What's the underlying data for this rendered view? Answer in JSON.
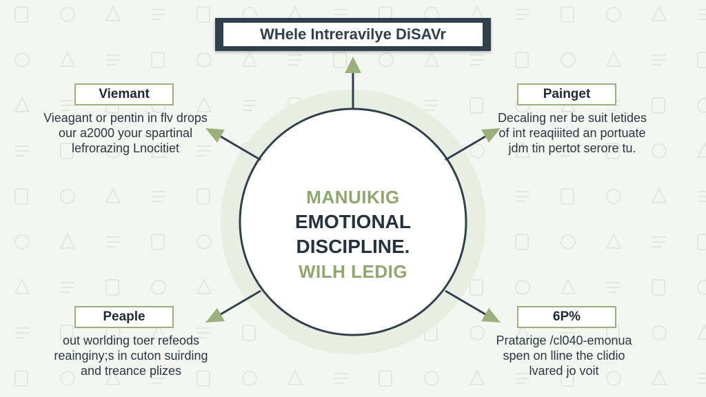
{
  "title": "WHele Intreravilye DiSAVr",
  "center": {
    "line1": "MANUIKIG",
    "line2": "EMOTIONAL",
    "line3": "DISCIPLINE.",
    "line4": "WILH LEDIG"
  },
  "nodes": [
    {
      "label": "Viemant",
      "lines": [
        "Vieagant or pentin in flv drops",
        "our a2000 your spartinal",
        "lefrorazing Lnocitiet"
      ]
    },
    {
      "label": "Painget",
      "lines": [
        "Decaling ner be suit letides",
        "of int reaqiiited an portuate",
        "jdm tin pertot serore tu."
      ]
    },
    {
      "label": "Peaple",
      "lines": [
        "out worlding toer refeods",
        "reainginy;s in cuton suirding",
        "and treance plizes"
      ]
    },
    {
      "label": "6P%",
      "lines": [
        "Pratarige /cl040-emonua",
        "spen on lline the clidio",
        "lvared jo voit"
      ]
    }
  ],
  "colors": {
    "accent": "#9bb07c",
    "arrow": "#2f3f4c",
    "banner": "#2f3f4c",
    "center_dark": "#24323f",
    "center_accent": "#8fa66d"
  }
}
